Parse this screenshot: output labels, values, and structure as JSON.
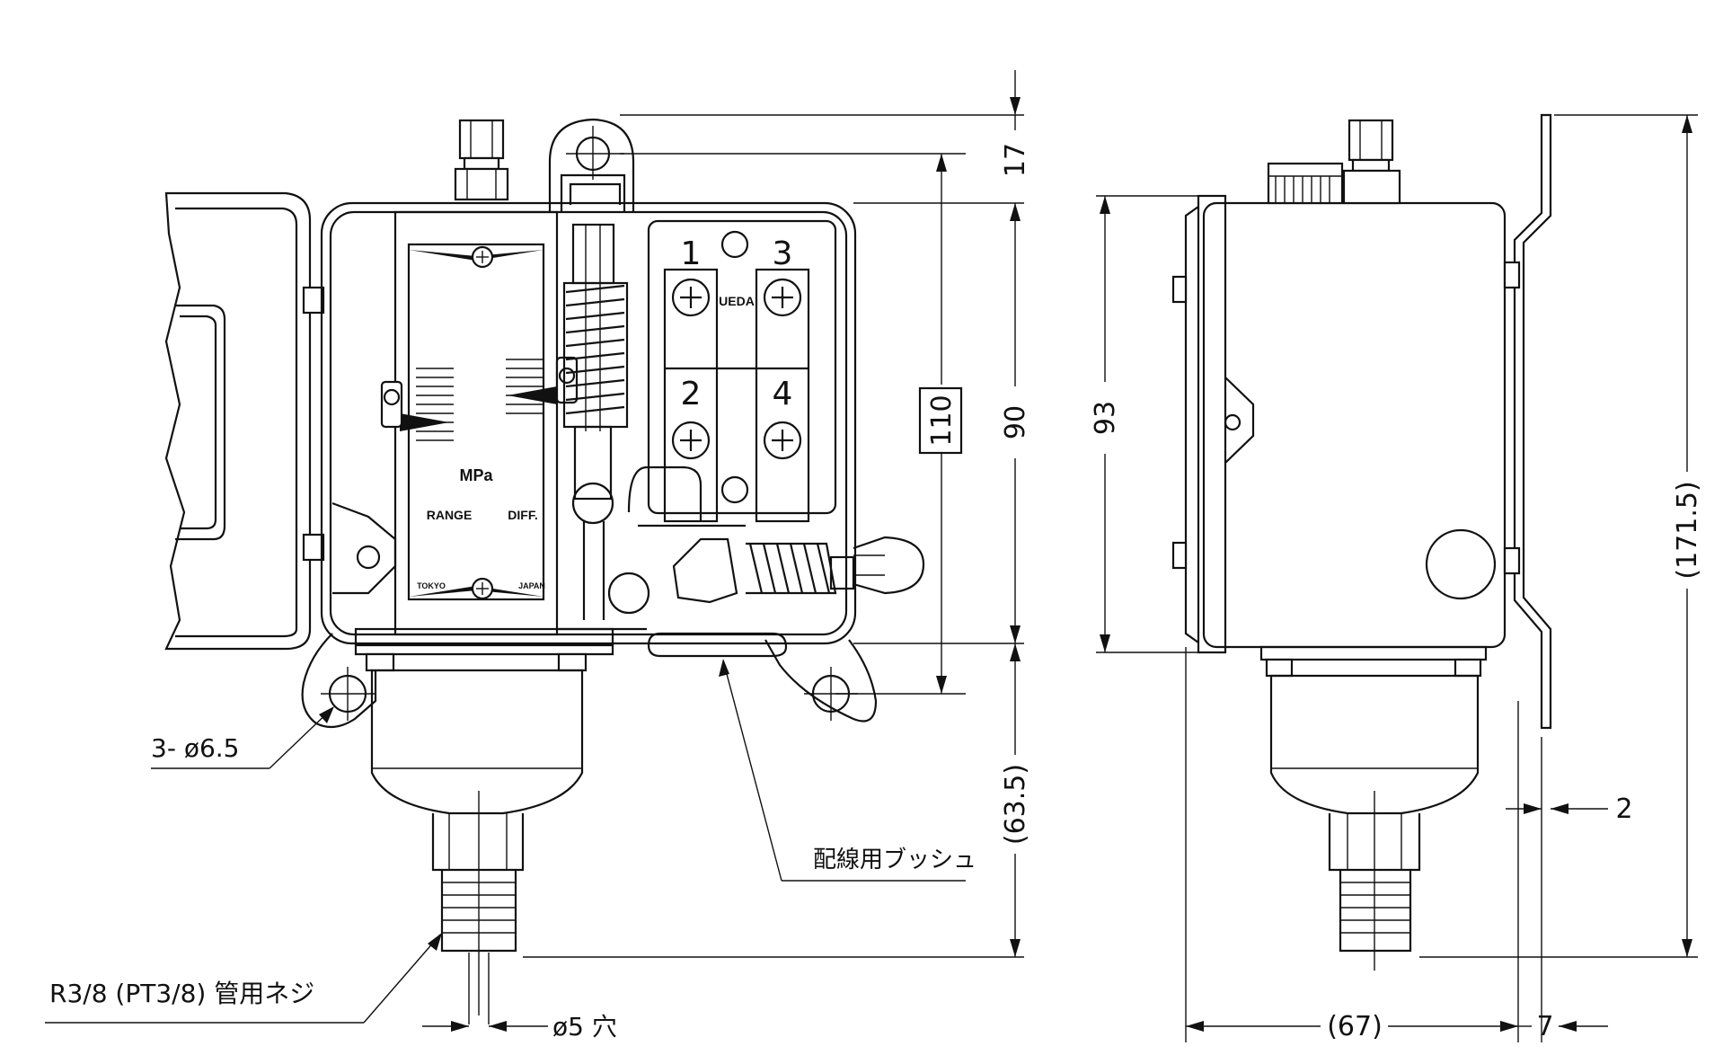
{
  "dimensions": {
    "top_17": "17",
    "boxed_110": "110",
    "body_90": "90",
    "height_93": "93",
    "bottom_63_5": "(63.5)",
    "total_171_5": "(171.5)",
    "width_67": "(67)",
    "bracket_7": "7",
    "plate_2": "2"
  },
  "callouts": {
    "mount_holes": "3- ø6.5",
    "wiring_bush": "配線用ブッシュ",
    "pipe_thread": "R3/8 (PT3/8) 管用ネジ",
    "hole": "ø5 穴"
  },
  "scale_plate": {
    "unit": "MPa",
    "range_label": "RANGE",
    "diff_label": "DIFF.",
    "origin_left": "TOKYO",
    "origin_right": "JAPAN"
  },
  "terminal_block": {
    "brand": "UEDA",
    "terminals": [
      "1",
      "2",
      "3",
      "4"
    ]
  }
}
